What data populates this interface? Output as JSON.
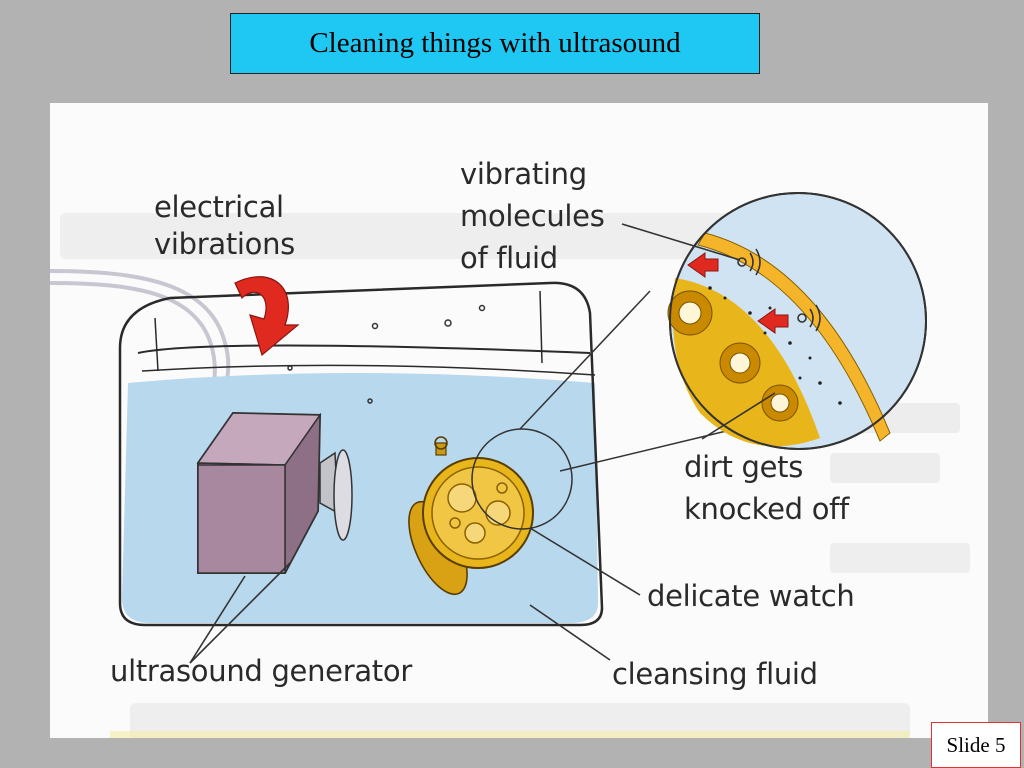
{
  "slide": {
    "title": "Cleaning things with ultrasound",
    "slide_number": "Slide 5"
  },
  "diagram": {
    "labels": {
      "electrical_vibrations": [
        "electrical",
        "vibrations"
      ],
      "vibrating_molecules": [
        "vibrating",
        "molecules",
        "of fluid"
      ],
      "dirt_knocked_off": [
        "dirt gets",
        "knocked off"
      ],
      "delicate_watch": "delicate watch",
      "ultrasound_generator": "ultrasound generator",
      "cleansing_fluid": "cleansing fluid"
    },
    "colors": {
      "water": "#b8d8ee",
      "generator": "#a8889e",
      "arrow": "#e02a1f",
      "watch_gold": "#e8b51a",
      "magnifier_rim": "#f5b52a"
    }
  }
}
